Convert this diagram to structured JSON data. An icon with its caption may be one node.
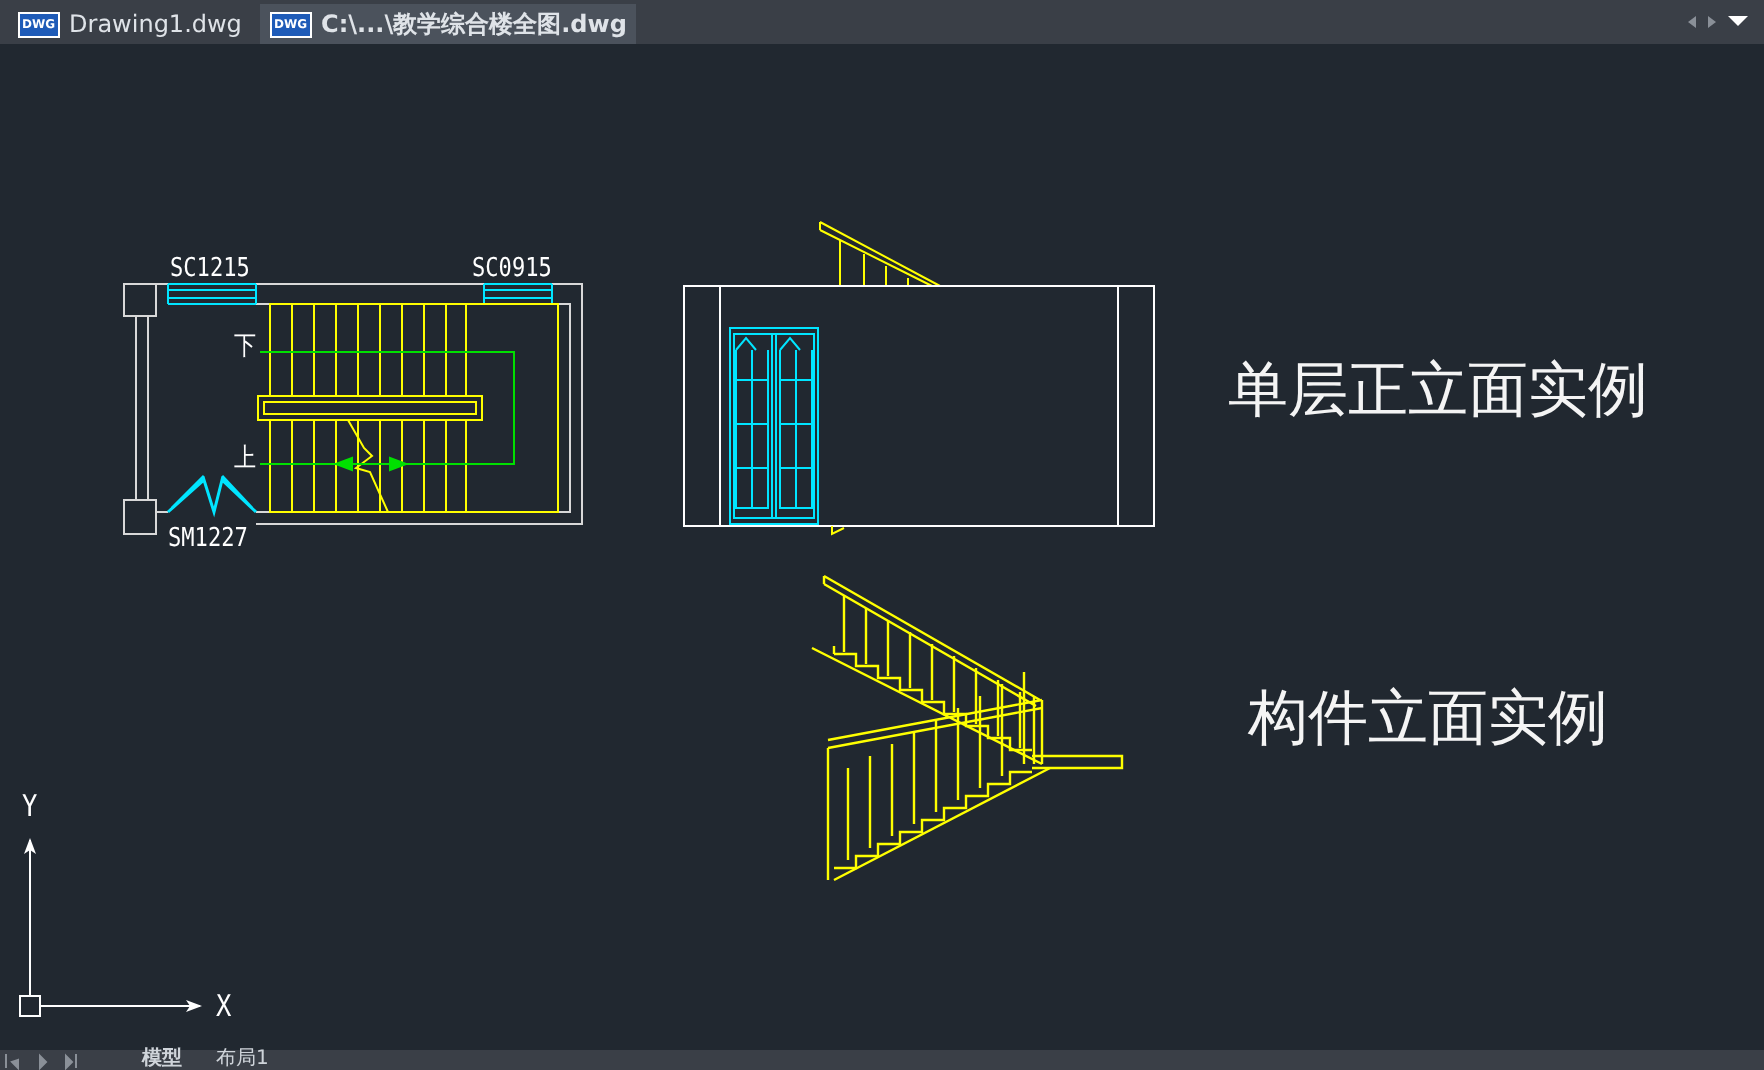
{
  "diagram": {
    "labels": [
      "DWG",
      "Drawing1.dwg",
      "DWG",
      "C:\\...\\教学综合楼全图.dwg",
      "SC1215",
      "SC0915",
      "下",
      "单层正立面实例",
      "上",
      "SM1227",
      "构件立面实例",
      "Y",
      "X",
      "模型",
      "布局1"
    ]
  }
}
